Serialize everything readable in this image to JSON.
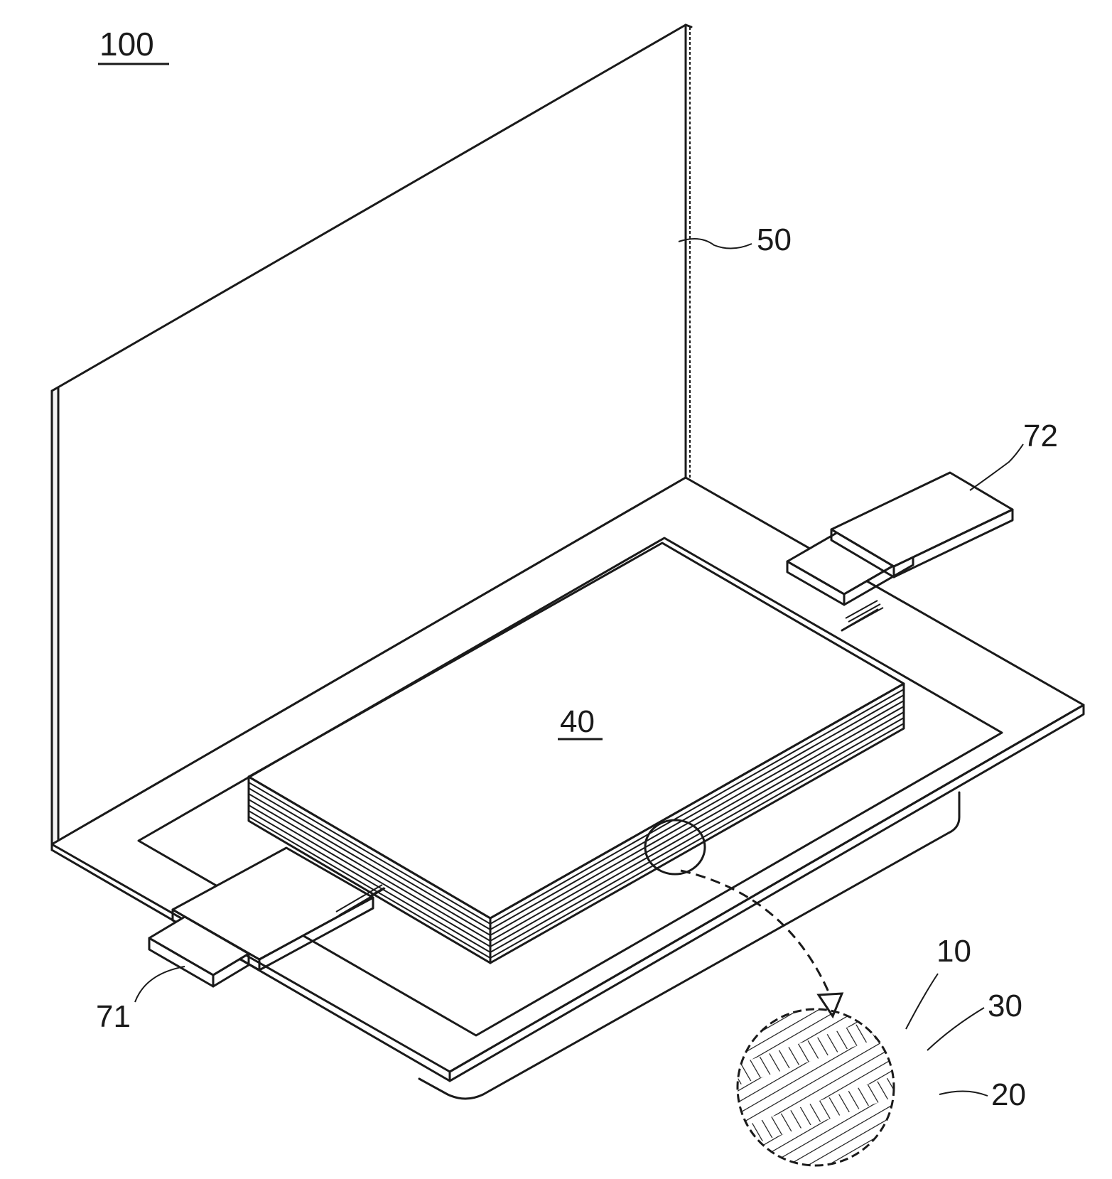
{
  "figure": {
    "main_label": "100",
    "callouts": {
      "panel": "50",
      "top_tab": "72",
      "stack": "40",
      "bottom_tab": "71",
      "layer_a": "10",
      "layer_b": "30",
      "layer_c": "20"
    }
  },
  "colors": {
    "line": "#1a1a1a",
    "background": "#ffffff"
  }
}
